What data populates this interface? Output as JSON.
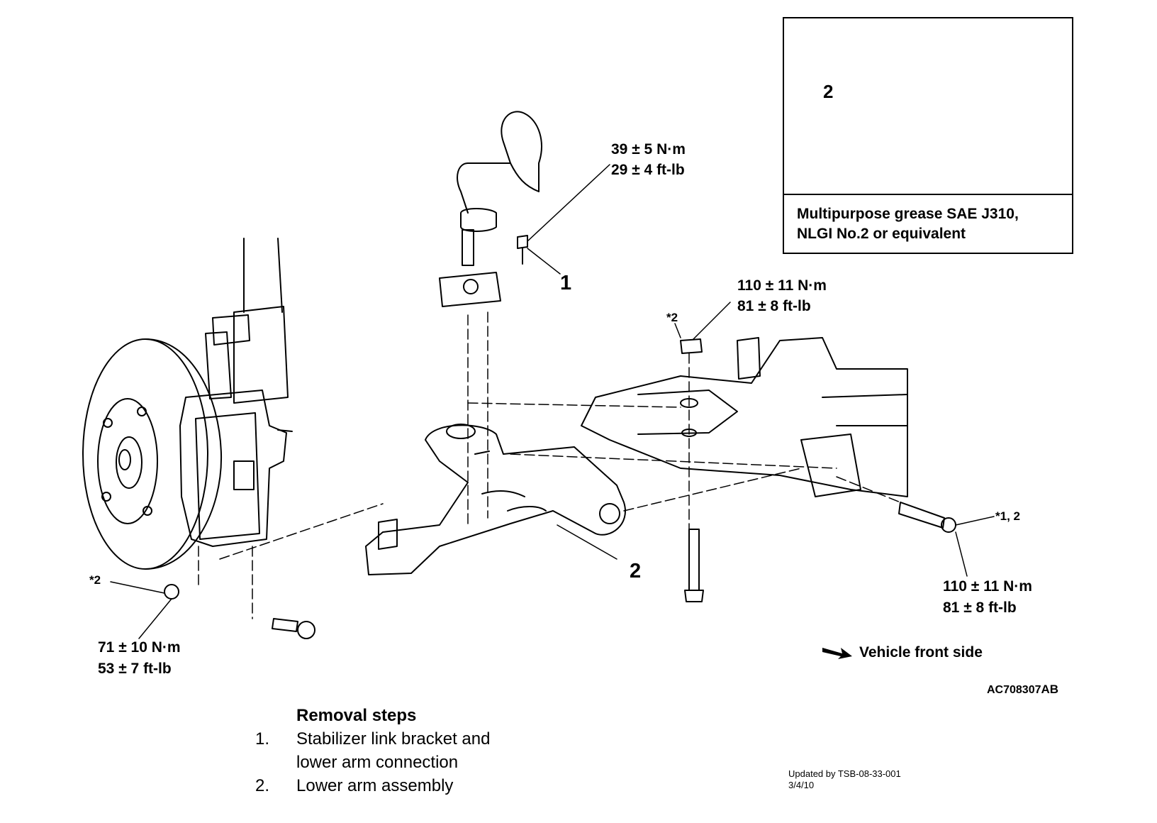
{
  "labels": {
    "torque_link_nm": "39 ± 5 N·m",
    "torque_link_ftlb": "29 ± 4 ft-lb",
    "torque_frame_nm": "110 ± 11 N·m",
    "torque_frame_ftlb": "81 ± 8 ft-lb",
    "torque_bolt_nm": "110 ± 11 N·m",
    "torque_bolt_ftlb": "81 ± 8 ft-lb",
    "torque_knuckle_nm": "71 ± 10 N·m",
    "torque_knuckle_ftlb": "53 ± 7 ft-lb",
    "star2_top": "*2",
    "star2_left": "*2",
    "star12": "*1, 2",
    "part1": "1",
    "part2": "2"
  },
  "inset": {
    "number": "2",
    "note_line1": "Multipurpose grease SAE J310,",
    "note_line2": "NLGI No.2 or equivalent"
  },
  "front_label": "Vehicle front side",
  "figure_code": "AC708307",
  "figure_suffix": "AB",
  "removal": {
    "heading": "Removal steps",
    "steps": [
      {
        "n": "1.",
        "line1": "Stabilizer link bracket and",
        "line2": "lower arm connection"
      },
      {
        "n": "2.",
        "line1": "Lower arm assembly"
      }
    ]
  },
  "update": {
    "line1": "Updated by TSB-08-33-001",
    "line2": "3/4/10"
  }
}
